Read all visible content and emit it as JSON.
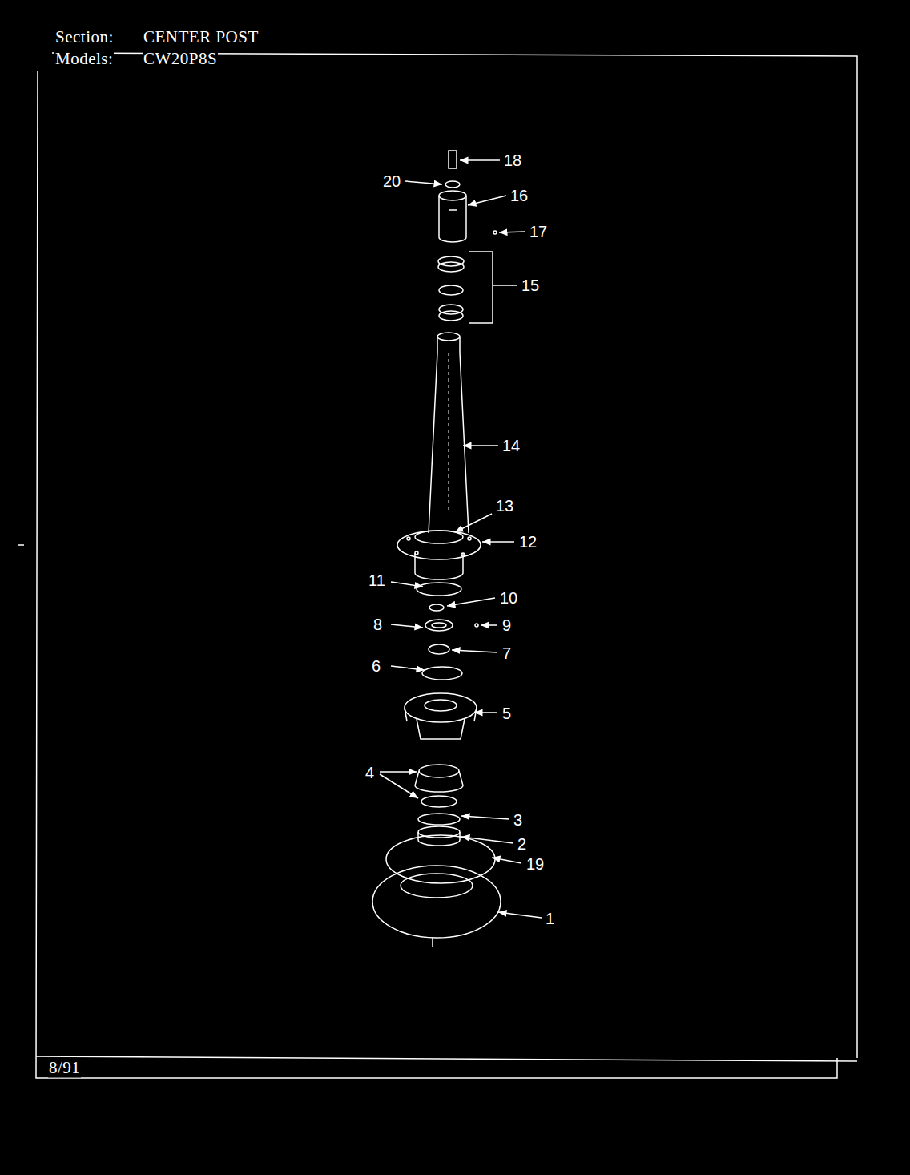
{
  "diagram": {
    "labels": [
      "Section:",
      "CENTER POST",
      "Models:",
      "CW20P8S",
      "18",
      "20",
      "16",
      "17",
      "15",
      "14",
      "13",
      "12",
      "11",
      "10",
      "8",
      "9",
      "7",
      "6",
      "5",
      "4",
      "3",
      "2",
      "19",
      "1",
      "8/91"
    ]
  }
}
